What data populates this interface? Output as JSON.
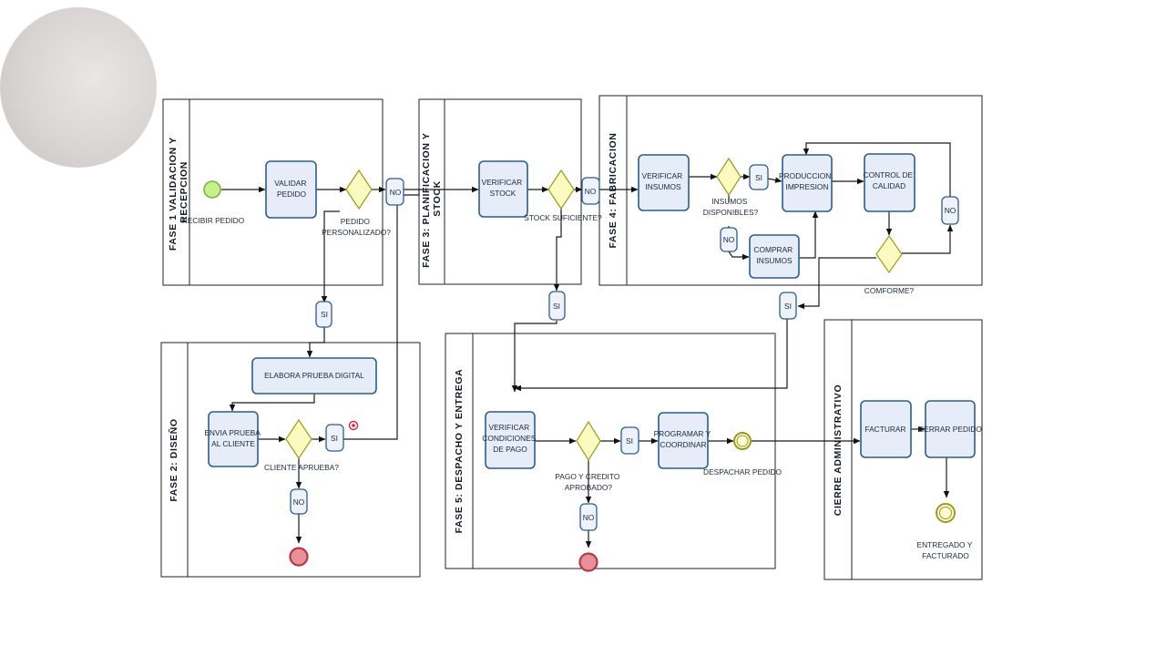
{
  "phases": {
    "p1": "FASE 1 VALIDACION Y RECEPCION",
    "p2": "FASE 2: DISEÑO",
    "p3": "FASE 3: PLANIFICACION Y STOCK",
    "p4": "FASE 4: FABRICACION",
    "p5": "FASE 5: DESPACHO Y ENTREGA",
    "p6": "CIERRE ADMINISTRATIVO"
  },
  "labels": {
    "recibir_pedido": "RECIBIR PEDIDO",
    "validar_pedido": [
      "VALIDAR",
      "PEDIDO"
    ],
    "pedido_personalizado": [
      "PEDIDO",
      "PERSONALIZADO?"
    ],
    "elabora_prueba": "ELABORA PRUEBA DIGITAL",
    "envia_prueba": [
      "ENVIA PRUEBA",
      "AL CLIENTE"
    ],
    "cliente_aprueba": "CLIENTE APRUEBA?",
    "verificar_stock": [
      "VERIFICAR",
      "STOCK"
    ],
    "stock_suficiente": "STOCK SUFICIENTE?",
    "verificar_insumos": [
      "VERIFICAR",
      "INSUMOS"
    ],
    "insumos_disponibles": [
      "INSUMOS",
      "DISPONIBLES?"
    ],
    "produccion": [
      "PRODUCCION:",
      "IMPRESION"
    ],
    "control_calidad": [
      "CONTROL DE",
      "CALIDAD"
    ],
    "comprar_insumos": [
      "COMPRAR",
      "INSUMOS"
    ],
    "conforme": "COMFORME?",
    "verificar_condiciones": [
      "VERIFICAR",
      "CONDICIONES",
      "DE PAGO"
    ],
    "pago_credito": [
      "PAGO Y CREDITO",
      "APROBADO?"
    ],
    "programar": [
      "PROGRAMAR Y",
      "COORDINAR"
    ],
    "despachar_pedido": "DESPACHAR PEDIDO",
    "facturar": "FACTURAR",
    "cerrar_pedido": "CERRAR PEDIDO",
    "entregado": [
      "ENTREGADO Y",
      "FACTURADO"
    ]
  },
  "connectors": {
    "si": "SI",
    "no": "NO"
  },
  "colors": {
    "task_fill": "#e6ecf8",
    "task_stroke": "#2b5d8e",
    "gateway_fill": "#fbfbc0",
    "start_event": "#c5f08c",
    "end_event": "#e88f98",
    "cursor_dot": "#d8283a"
  }
}
